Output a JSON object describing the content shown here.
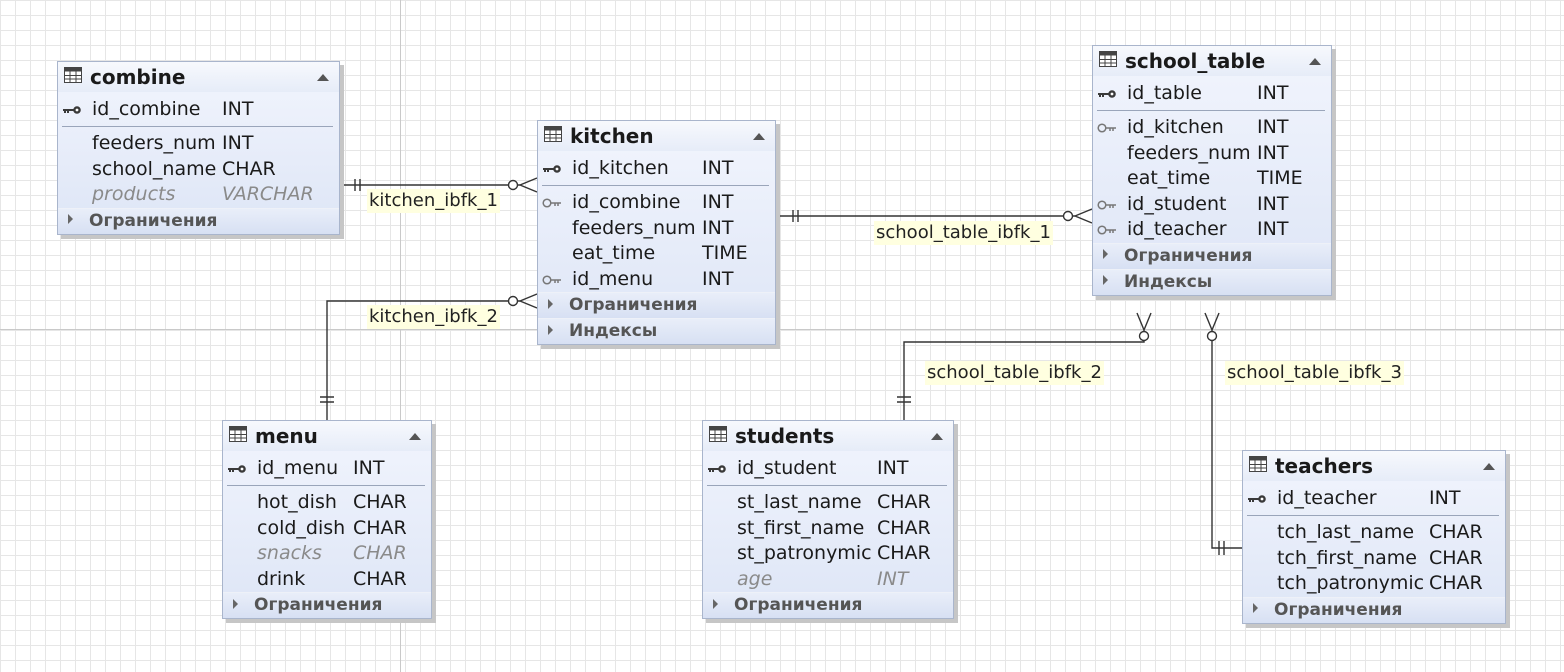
{
  "entities": {
    "combine": {
      "title": "combine",
      "pk": {
        "name": "id_combine",
        "type": "INT"
      },
      "columns": [
        {
          "name": "feeders_num",
          "type": "INT"
        },
        {
          "name": "school_name",
          "type": "CHAR"
        },
        {
          "name": "products",
          "type": "VARCHAR"
        }
      ],
      "sections": [
        "Ограничения"
      ]
    },
    "kitchen": {
      "title": "kitchen",
      "pk": {
        "name": "id_kitchen",
        "type": "INT"
      },
      "columns": [
        {
          "name": "id_combine",
          "type": "INT"
        },
        {
          "name": "feeders_num",
          "type": "INT"
        },
        {
          "name": "eat_time",
          "type": "TIME"
        },
        {
          "name": "id_menu",
          "type": "INT"
        }
      ],
      "sections": [
        "Ограничения",
        "Индексы"
      ]
    },
    "school_table": {
      "title": "school_table",
      "pk": {
        "name": "id_table",
        "type": "INT"
      },
      "columns": [
        {
          "name": "id_kitchen",
          "type": "INT"
        },
        {
          "name": "feeders_num",
          "type": "INT"
        },
        {
          "name": "eat_time",
          "type": "TIME"
        },
        {
          "name": "id_student",
          "type": "INT"
        },
        {
          "name": "id_teacher",
          "type": "INT"
        }
      ],
      "sections": [
        "Ограничения",
        "Индексы"
      ]
    },
    "menu": {
      "title": "menu",
      "pk": {
        "name": "id_menu",
        "type": "INT"
      },
      "columns": [
        {
          "name": "hot_dish",
          "type": "CHAR"
        },
        {
          "name": "cold_dish",
          "type": "CHAR"
        },
        {
          "name": "snacks",
          "type": "CHAR"
        },
        {
          "name": "drink",
          "type": "CHAR"
        }
      ],
      "sections": [
        "Ограничения"
      ]
    },
    "students": {
      "title": "students",
      "pk": {
        "name": "id_student",
        "type": "INT"
      },
      "columns": [
        {
          "name": "st_last_name",
          "type": "CHAR"
        },
        {
          "name": "st_first_name",
          "type": "CHAR"
        },
        {
          "name": "st_patronymic",
          "type": "CHAR"
        },
        {
          "name": "age",
          "type": "INT"
        }
      ],
      "sections": [
        "Ограничения"
      ]
    },
    "teachers": {
      "title": "teachers",
      "pk": {
        "name": "id_teacher",
        "type": "INT"
      },
      "columns": [
        {
          "name": "tch_last_name",
          "type": "CHAR"
        },
        {
          "name": "tch_first_name",
          "type": "CHAR"
        },
        {
          "name": "tch_patronymic",
          "type": "CHAR"
        }
      ],
      "sections": [
        "Ограничения"
      ]
    }
  },
  "relations": {
    "kitchen_ibfk_1": "kitchen_ibfk_1",
    "kitchen_ibfk_2": "kitchen_ibfk_2",
    "school_table_ibfk_1": "school_table_ibfk_1",
    "school_table_ibfk_2": "school_table_ibfk_2",
    "school_table_ibfk_3": "school_table_ibfk_3"
  },
  "colors": {
    "grid": "#e6e6e6",
    "entity_bg": "#dde5f6",
    "entity_border": "#a9b5cc",
    "label_bg": "#ffffe0",
    "line": "#333333"
  },
  "icons": {
    "table": "table-grid-icon",
    "primary_key": "primary-key-icon",
    "foreign_key": "foreign-key-icon"
  }
}
